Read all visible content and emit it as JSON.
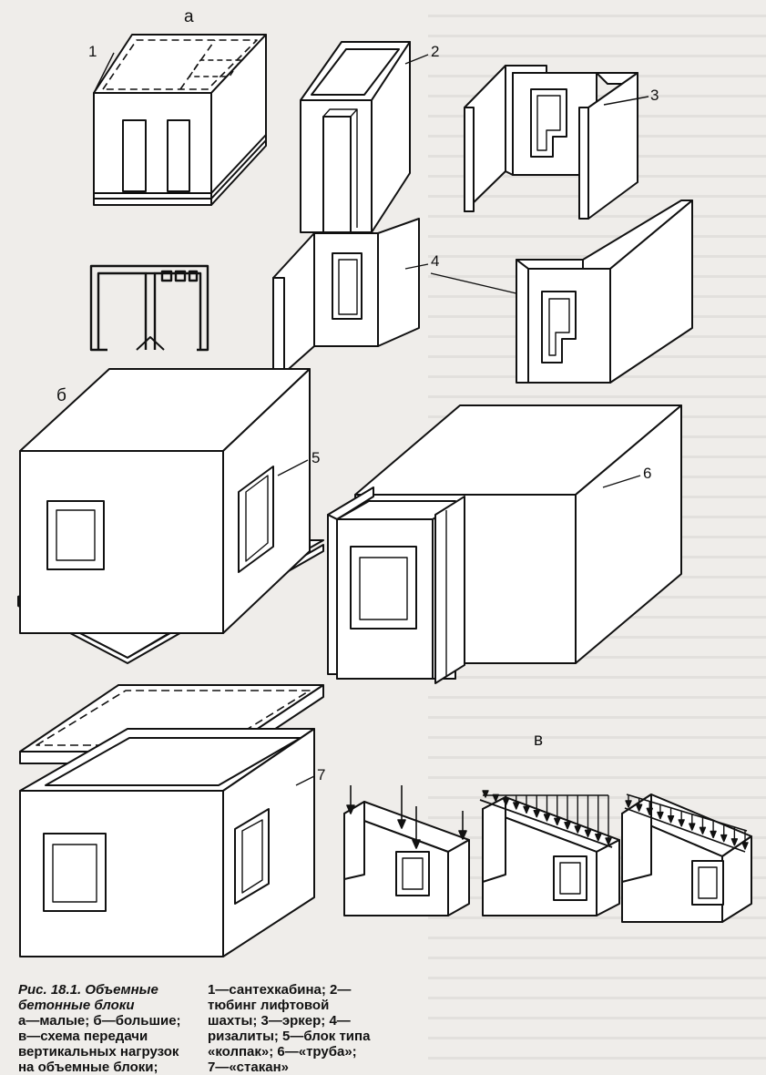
{
  "figure": {
    "section_labels": {
      "a": "а",
      "b": "б",
      "v": "в"
    },
    "item_labels": [
      "1",
      "2",
      "3",
      "4",
      "5",
      "6",
      "7"
    ]
  },
  "caption": {
    "lines_left": [
      "Рис.   18.1. Объемные",
      "бетонные блоки",
      "а—малые; б—большие;",
      "в—схема передачи",
      "вертикальных нагрузок",
      "на объемные блоки;"
    ],
    "lines_right": [
      "1—сантехкабина; 2—",
      "тюбинг лифтовой",
      "шахты; 3—эркер; 4—",
      "ризалиты; 5—блок типа",
      "«колпак»; 6—«труба»;",
      "7—«стакан»"
    ]
  },
  "colors": {
    "paper": "#efedea",
    "ink": "#111111"
  }
}
